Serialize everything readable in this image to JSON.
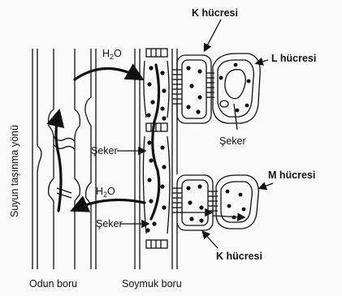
{
  "labels": {
    "k_top": "K hücresi",
    "l_cell": "L hücresi",
    "m_cell": "M hücresi",
    "k_bottom": "K hücresi",
    "h2o_main": "H",
    "h2o_sub": "2",
    "h2o_tail": "O",
    "seker": "Şeker",
    "xylem": "Odun boru",
    "phloem": "Soymuk boru",
    "water_direction": "Suyun taşınma yönü"
  }
}
